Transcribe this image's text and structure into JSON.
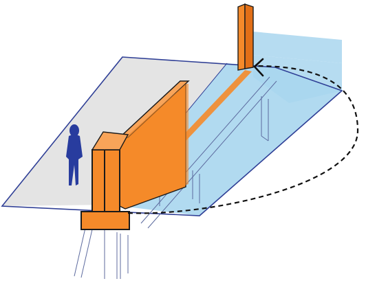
{
  "diagram": {
    "description_free": true,
    "colors": {
      "deck_gray": "#e3e3e3",
      "water_blue": "#a9d6ee",
      "outline_navy": "#2f3f96",
      "barrier_orange": "#f58a2a",
      "barrier_stroke": "#1a1a1a",
      "person_blue": "#283c9e",
      "dash_black": "#111111"
    },
    "elements": {
      "person": "person-silhouette",
      "barrier": "orange-barrier-wall",
      "rotation_arrow": "rotation-arrow"
    }
  }
}
